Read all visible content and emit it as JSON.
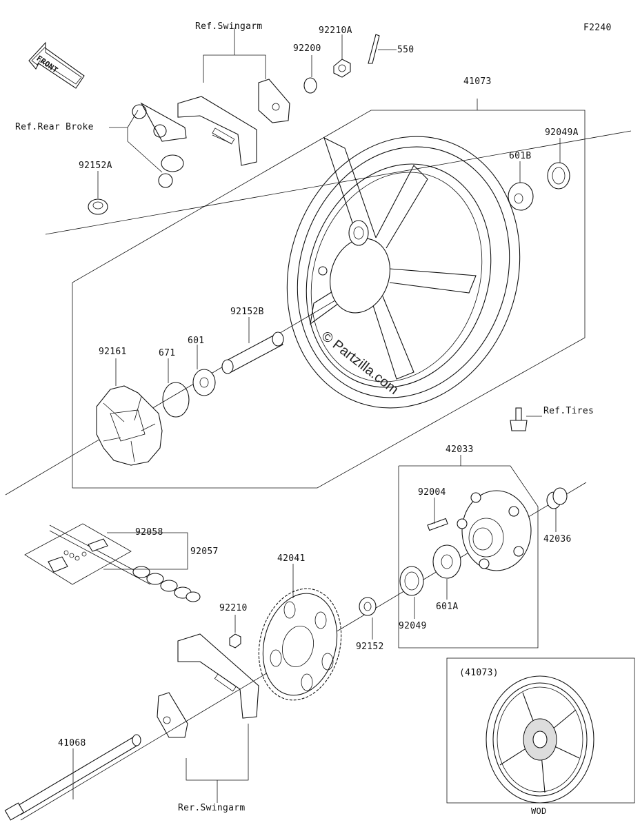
{
  "figure_code": "F2240",
  "front_label": "FRONT",
  "watermark": "© Partzilla.com",
  "inset": {
    "title": "(41073)",
    "caption": "WOD"
  },
  "labels": {
    "ref_swingarm_top": "Ref.Swingarm",
    "ref_rear_brake": "Ref.Rear Broke",
    "ref_tires": "Ref.Tires",
    "rer_swingarm": "Rer.Swingarm",
    "p92210A": "92210A",
    "p92200": "92200",
    "p550": "550",
    "p41073": "41073",
    "p92049A": "92049A",
    "p601B": "601B",
    "p92152A": "92152A",
    "p92152B": "92152B",
    "p92161": "92161",
    "p671": "671",
    "p601": "601",
    "p42033": "42033",
    "p92004": "92004",
    "p42036": "42036",
    "p92058": "92058",
    "p92057": "92057",
    "p42041": "42041",
    "p92210": "92210",
    "p92049": "92049",
    "p601A": "601A",
    "p92152": "92152",
    "p41068": "41068"
  }
}
